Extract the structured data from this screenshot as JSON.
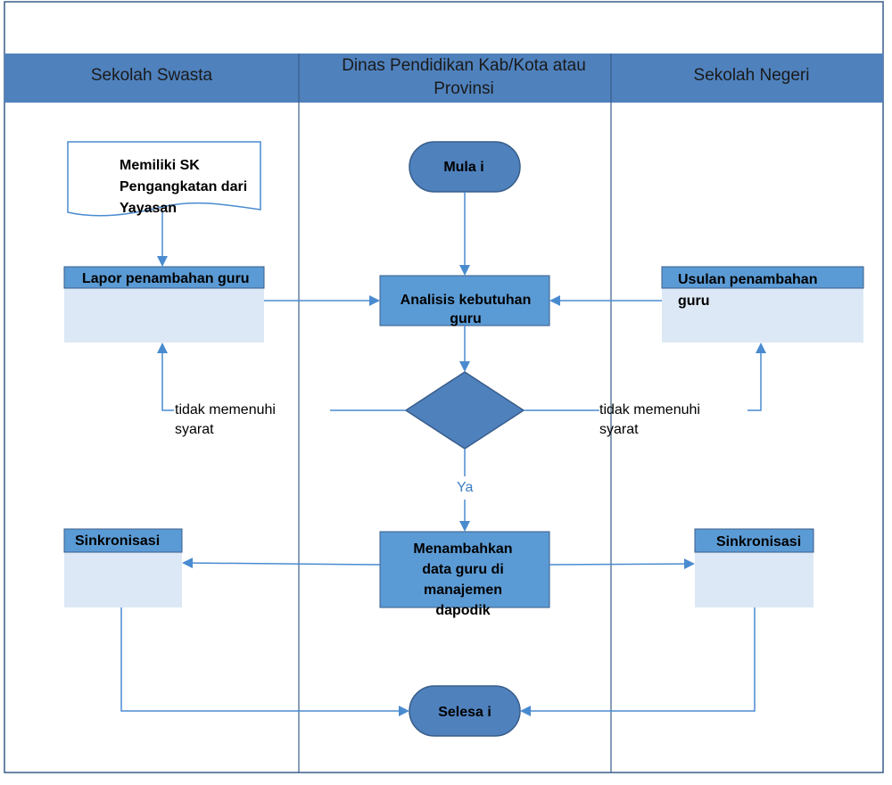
{
  "lanes": {
    "left": "Sekolah Swasta",
    "middle": "Dinas Pendidikan Kab/Kota atau Provinsi",
    "right": "Sekolah Negeri"
  },
  "nodes": {
    "document": "Memiliki SK Pengangkatan dari Yayasan",
    "start": "Mula i",
    "lapor": "Lapor penambahan guru",
    "analisis": "Analisis kebutuhan guru",
    "usulan": "Usulan penambahan guru",
    "tidak_left": "tidak memenuhi syarat",
    "tidak_right": "tidak memenuhi syarat",
    "ya": "Ya",
    "menambahkan": "Menambahkan data guru di manajemen dapodik",
    "sinkron_left": "Sinkronisasi",
    "sinkron_right": "Sinkronisasi",
    "end": "Selesa i"
  },
  "colors": {
    "header": "#4f81bd",
    "process": "#5b9bd5",
    "box_fill": "#dce8f5",
    "connector": "#4a8bd0",
    "border": "#385d8a"
  }
}
